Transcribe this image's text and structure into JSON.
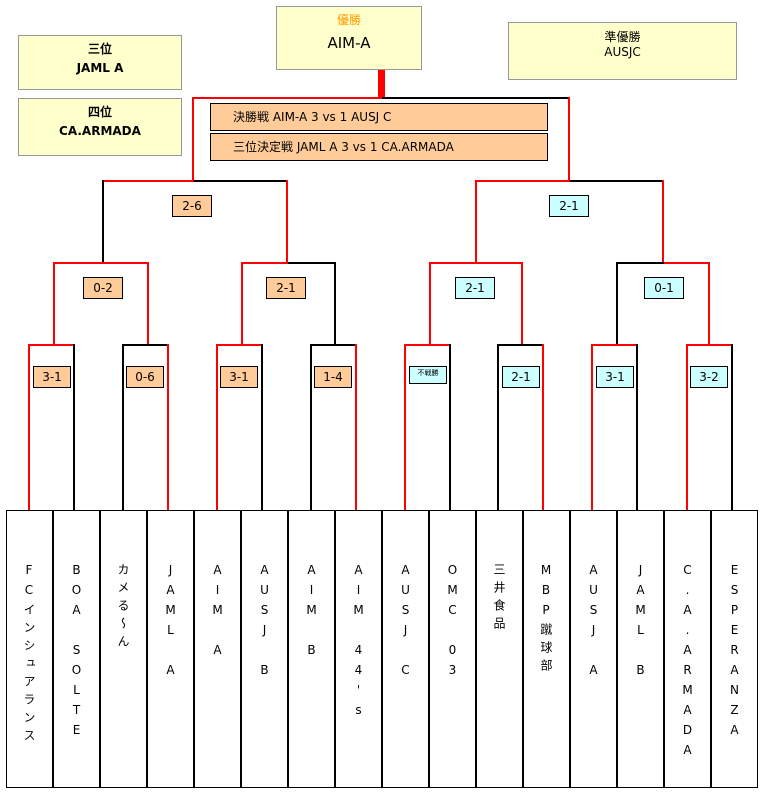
{
  "winner": {
    "label": "優勝",
    "name": "AIM-A"
  },
  "runner_up": {
    "label": "準優勝",
    "name": "AUSJC"
  },
  "third": {
    "label": "三位",
    "name": "JAML A"
  },
  "fourth": {
    "label": "四位",
    "name": "CA.ARMADA"
  },
  "final": {
    "text": "決勝戦  AIM-A  3  vs  1  AUSJ  C"
  },
  "third_place_match": {
    "text": "三位決定戦  JAML A  3  vs  1  CA.ARMADA"
  },
  "semifinal": [
    "2-6",
    "2-1"
  ],
  "quarterfinal": [
    "0-2",
    "2-1",
    "2-1",
    "0-1"
  ],
  "round1": [
    "3-1",
    "0-6",
    "3-1",
    "1-4",
    "不戦勝",
    "2-1",
    "3-1",
    "3-2"
  ],
  "teams": [
    "FCインシュアランス",
    "BOA SOLTE",
    "カメる～ん",
    "JAML A",
    "AIM A",
    "AUSJ B",
    "AIM B",
    "AIM 44's",
    "AUSJ C",
    "OMC 03",
    "三井食品",
    "MBP蹴球部",
    "AUSJ A",
    "JAML B",
    "C.A.ARMADA",
    "ESPERANZA"
  ],
  "colors": {
    "win_line": "#ff0000",
    "lose_line": "#000000",
    "award_bg": "#ffffcc",
    "score_left": "#ffcc99",
    "score_right": "#ccffff"
  }
}
